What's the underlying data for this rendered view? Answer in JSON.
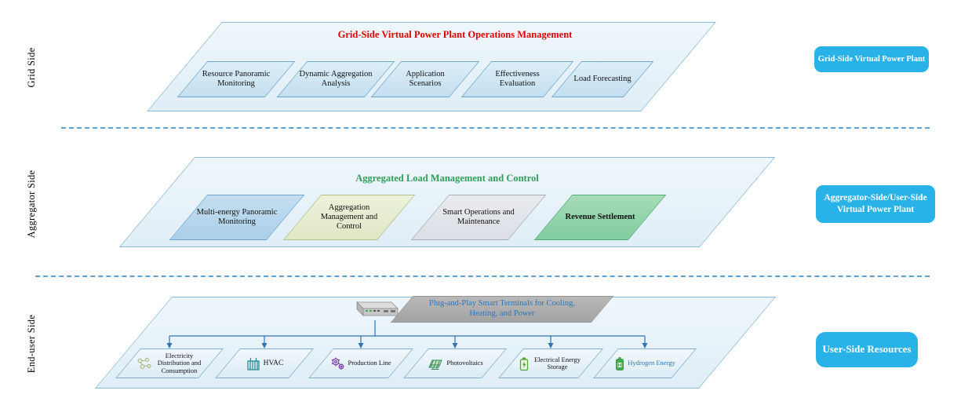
{
  "left_labels": {
    "grid": "Grid Side",
    "aggregator": "Aggregator Side",
    "enduser": "End-user Side"
  },
  "grid_section": {
    "title": "Grid-Side Virtual Power Plant Operations Management",
    "boxes": [
      {
        "label": "Resource Panoramic Monitoring"
      },
      {
        "label": "Dynamic Aggregation Analysis"
      },
      {
        "label": "Application Scenarios"
      },
      {
        "label": "Effectiveness Evaluation"
      },
      {
        "label": "Load Forecasting"
      }
    ]
  },
  "aggregator_section": {
    "title": "Aggregated Load Management and Control",
    "boxes": [
      {
        "label": "Multi-energy Panoramic Monitoring",
        "fill": "#b9d8eb"
      },
      {
        "label": "Aggregation Management and Control",
        "fill": "#e7edd3"
      },
      {
        "label": "Smart Operations and Maintenance",
        "fill": "#e2e4e8"
      },
      {
        "label": "Revenue Settlement",
        "fill": "#8ed3a3"
      }
    ]
  },
  "enduser_section": {
    "terminal_label": "Plug-and-Play Smart Terminals for Cooling, Heating, and Power",
    "resources": [
      {
        "label": "Electricity Distribution and Consumption",
        "icon": "electricity-distribution-icon"
      },
      {
        "label": "HVAC",
        "icon": "hvac-icon"
      },
      {
        "label": "Production Line",
        "icon": "production-line-icon"
      },
      {
        "label": "Photovoltaics",
        "icon": "photovoltaics-icon"
      },
      {
        "label": "Electrical Energy Storage",
        "icon": "energy-storage-icon"
      },
      {
        "label": "Hydrogen Energy",
        "icon": "hydrogen-icon",
        "label_color": "#2e74b5"
      }
    ]
  },
  "right_labels": [
    {
      "label": "Grid-Side Virtual Power Plant"
    },
    {
      "label": "Aggregator-Side/User-Side Virtual Power Plant"
    },
    {
      "label": "User-Side Resources"
    }
  ],
  "colors": {
    "accent_cyan": "#29b2e8",
    "title_red": "#e00000",
    "title_green": "#2f9e5a",
    "blue_text": "#2e74b5",
    "connector_blue": "#2e74b5",
    "dashed_line": "#5aa2d8",
    "plane_fill": "#e9f3fa",
    "plane_border": "#8abbd8"
  }
}
